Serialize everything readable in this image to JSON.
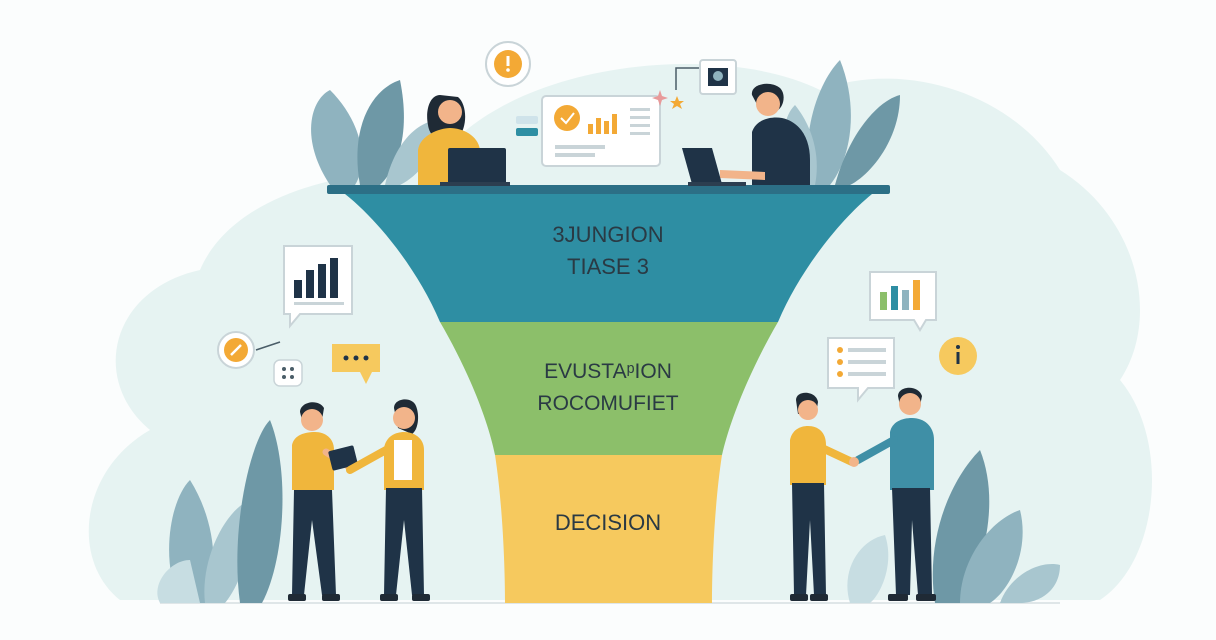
{
  "funnel": {
    "stages": [
      {
        "lines": [
          "3JUNGION",
          "TIASE 3"
        ],
        "color": "#2e8ea3"
      },
      {
        "lines": [
          "EVUSTAᵖION",
          "ROCOMUFIET"
        ],
        "color": "#8cbf6a"
      },
      {
        "lines": [
          "DECISION"
        ],
        "color": "#f6c95e"
      }
    ]
  },
  "colors": {
    "background_blob": "#e6f3f2",
    "leaf": "#8fb3bf",
    "leaf_dark": "#6e98a6",
    "skin": "#f2b48a",
    "shirt_yellow": "#f0b63c",
    "navy": "#1f3347",
    "teal_shirt": "#3f8fa6",
    "accent_orange": "#f3a935"
  },
  "icons": [
    "speech-bubble-icon",
    "bar-chart-icon",
    "alert-icon",
    "link-icon",
    "list-icon",
    "more-icon",
    "dashboard-icon",
    "laptop-icon",
    "star-icon"
  ]
}
